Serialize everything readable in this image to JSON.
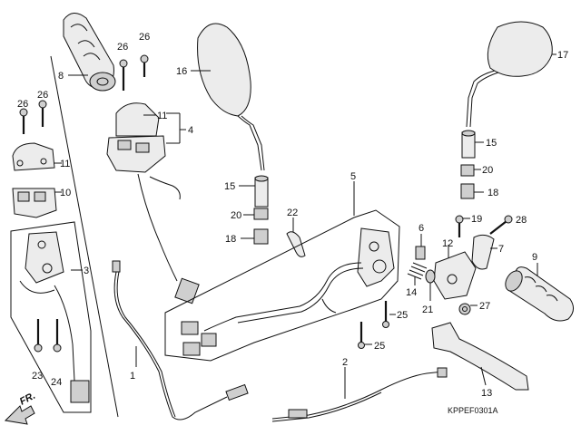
{
  "labels": {
    "p1": "1",
    "p2": "2",
    "p3": "3",
    "p4": "4",
    "p5": "5",
    "p6": "6",
    "p7": "7",
    "p8": "8",
    "p9": "9",
    "p10": "10",
    "p11a": "11",
    "p11b": "11",
    "p12": "12",
    "p13": "13",
    "p14": "14",
    "p15a": "15",
    "p15b": "15",
    "p16": "16",
    "p17": "17",
    "p18a": "18",
    "p18b": "18",
    "p19": "19",
    "p20a": "20",
    "p20b": "20",
    "p21": "21",
    "p22": "22",
    "p23": "23",
    "p24": "24",
    "p25a": "25",
    "p25b": "25",
    "p26a": "26",
    "p26b": "26",
    "p26c": "26",
    "p26d": "26",
    "p27": "27",
    "p28": "28"
  },
  "diagram_code": "KPPEF0301A",
  "direction_label": "FR."
}
